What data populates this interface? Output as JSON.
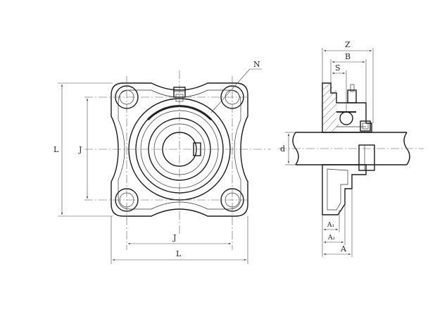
{
  "labels": {
    "N": "N",
    "L_vertical": "L",
    "J_vertical": "J",
    "J_horizontal": "J",
    "L_horizontal": "L",
    "Z": "Z",
    "B": "B",
    "S": "S",
    "d": "d",
    "A1": "A₁",
    "A2": "A₂",
    "A": "A"
  }
}
